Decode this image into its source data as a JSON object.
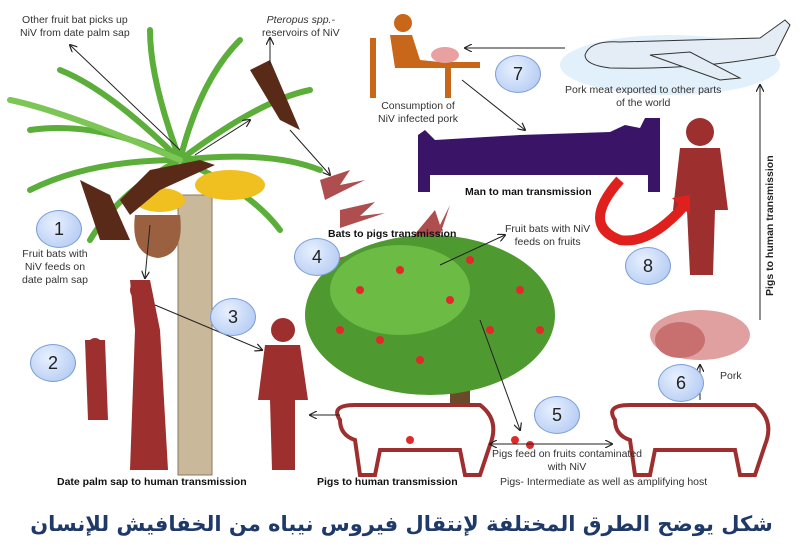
{
  "labels": {
    "other_bat": [
      "Other fruit bat picks up",
      "NiV from date palm sap"
    ],
    "pteropus": [
      "Pteropus spp.-",
      "reservoirs of NiV"
    ],
    "fruit_bats_sap": [
      "Fruit bats  with",
      "NiV feeds on",
      "date palm sap"
    ],
    "bats_to_pigs": "Bats to pigs transmission",
    "consumption": [
      "Consumption of",
      "NiV infected pork"
    ],
    "pork_export": [
      "Pork meat exported to other parts",
      "of the world"
    ],
    "man_to_man": "Man to man transmission",
    "bats_fruits": [
      "Fruit bats with NiV",
      "feeds on fruits"
    ],
    "pigs_to_human_vertical": "Pigs to human transmission",
    "pork": "Pork",
    "pigs_feed": [
      "Pigs feed on fruits contaminated",
      "with NiV"
    ],
    "date_palm_human": "Date palm sap to human transmission",
    "pigs_to_human": "Pigs to human transmission",
    "pigs_host": "Pigs- Intermediate as well as amplifying host"
  },
  "steps": [
    "1",
    "2",
    "3",
    "4",
    "5",
    "6",
    "7",
    "8"
  ],
  "caption": "شكل  يوضح الطرق المختلفة لإنتقال فيروس نيباه من الخفافيش للإنسان",
  "colors": {
    "human": "#9e2f2f",
    "bed": "#3a1466",
    "bat": "#5a2a18",
    "leaf": "#5cae3a",
    "caption": "#1f3a68",
    "arrow_red": "#e0201c",
    "person_orange": "#c8661a"
  }
}
